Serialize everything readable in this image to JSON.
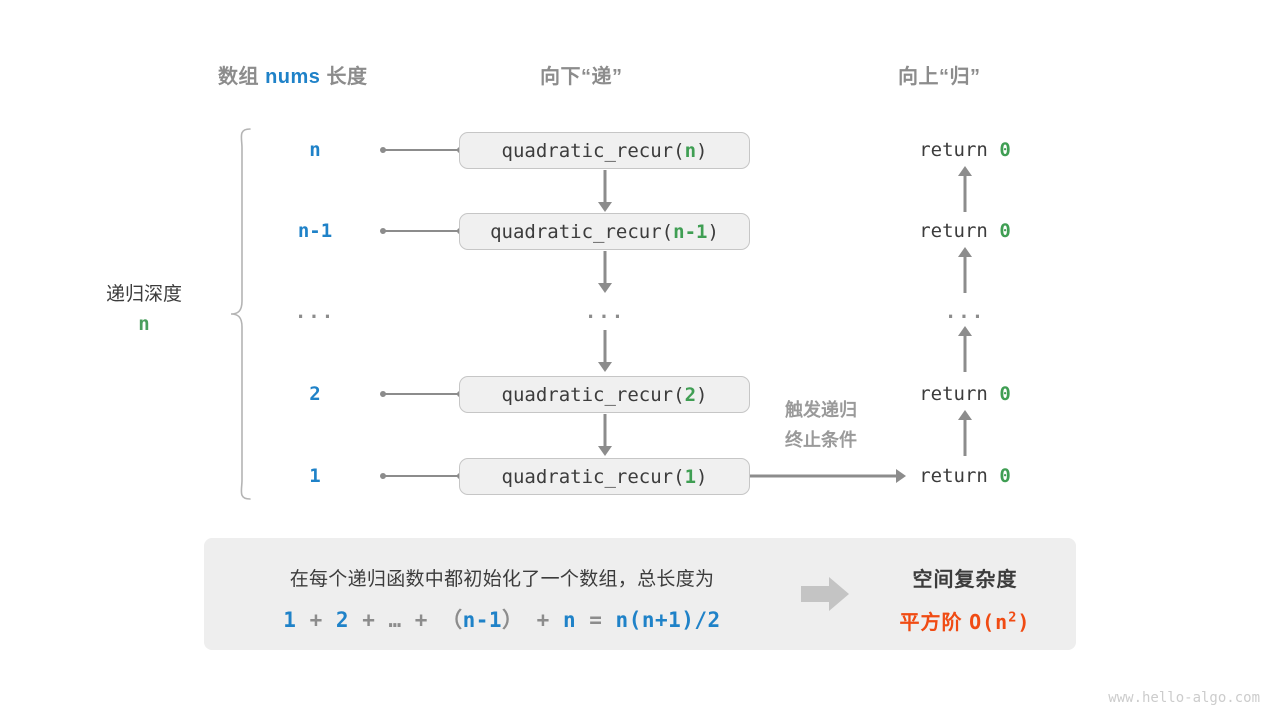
{
  "headers": {
    "left_prefix": "数组 ",
    "left_code": "nums",
    "left_suffix": " 长度",
    "middle": "向下“递”",
    "right": "向上“归”"
  },
  "depth_label": {
    "title": "递归深度",
    "value": "n"
  },
  "rows": [
    {
      "depth": "n",
      "fn_prefix": "quadratic_recur(",
      "fn_arg": "n",
      "fn_suffix": ")",
      "ret_text": "return ",
      "ret_value": "0"
    },
    {
      "depth": "n-1",
      "fn_prefix": "quadratic_recur(",
      "fn_arg": "n-1",
      "fn_suffix": ")",
      "ret_text": "return ",
      "ret_value": "0"
    },
    {
      "depth": "...",
      "fn_prefix": "...",
      "fn_arg": "",
      "fn_suffix": "",
      "ret_text": "...",
      "ret_value": ""
    },
    {
      "depth": "2",
      "fn_prefix": "quadratic_recur(",
      "fn_arg": "2",
      "fn_suffix": ")",
      "ret_text": "return ",
      "ret_value": "0"
    },
    {
      "depth": "1",
      "fn_prefix": "quadratic_recur(",
      "fn_arg": "1",
      "fn_suffix": ")",
      "ret_text": "return ",
      "ret_value": "0"
    }
  ],
  "note": {
    "line1": "触发递归",
    "line2": "终止条件"
  },
  "summary": {
    "line1": "在每个递归函数中都初始化了一个数组，总长度为",
    "formula": {
      "t1": "1",
      "o1": " + ",
      "t2": "2",
      "o2": " + ",
      "e": "…",
      "o3": " + ",
      "p1": "（",
      "t3": "n-1",
      "p2": "）",
      "o4": " + ",
      "t4": "n",
      "o5": " = ",
      "t5": "n(n+1)/2"
    },
    "right_title": "空间复杂度",
    "right_value_prefix": "平方阶 ",
    "right_value_code": "O(n",
    "right_value_exp": "2",
    "right_value_tail": ")"
  },
  "watermark": "www.hello-algo.com",
  "colors": {
    "blue": "#1f82c8",
    "green": "#3f9e53",
    "orange": "#f04b13",
    "gray": "#8c8c8c",
    "dark": "#3c3c3c",
    "panel": "#eeeeee",
    "box_fill": "#f0f0f0",
    "box_border": "#c6c6c6"
  }
}
